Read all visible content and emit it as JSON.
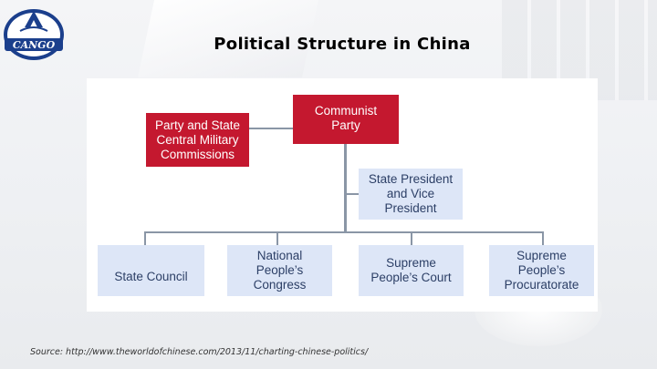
{
  "header": {
    "logo_text": "CANGO",
    "title": "Political Structure in China"
  },
  "org_chart": {
    "communist_party": "Communist\nParty",
    "military_commissions": "Party and State\nCentral Military\nCommissions",
    "state_president": "State President\nand Vice\nPresident",
    "state_council": "State Council",
    "national_congress": "National\nPeople’s\nCongress",
    "supreme_court": "Supreme\nPeople’s Court",
    "supreme_procuratorate": "Supreme\nPeople’s\nProcuratorate"
  },
  "colors": {
    "party_red": "#c4182f",
    "state_blue": "#dde6f7",
    "connector": "#8a96a6"
  },
  "footer": {
    "source": "Source:  http://www.theworldofchinese.com/2013/11/charting-chinese-politics/"
  }
}
